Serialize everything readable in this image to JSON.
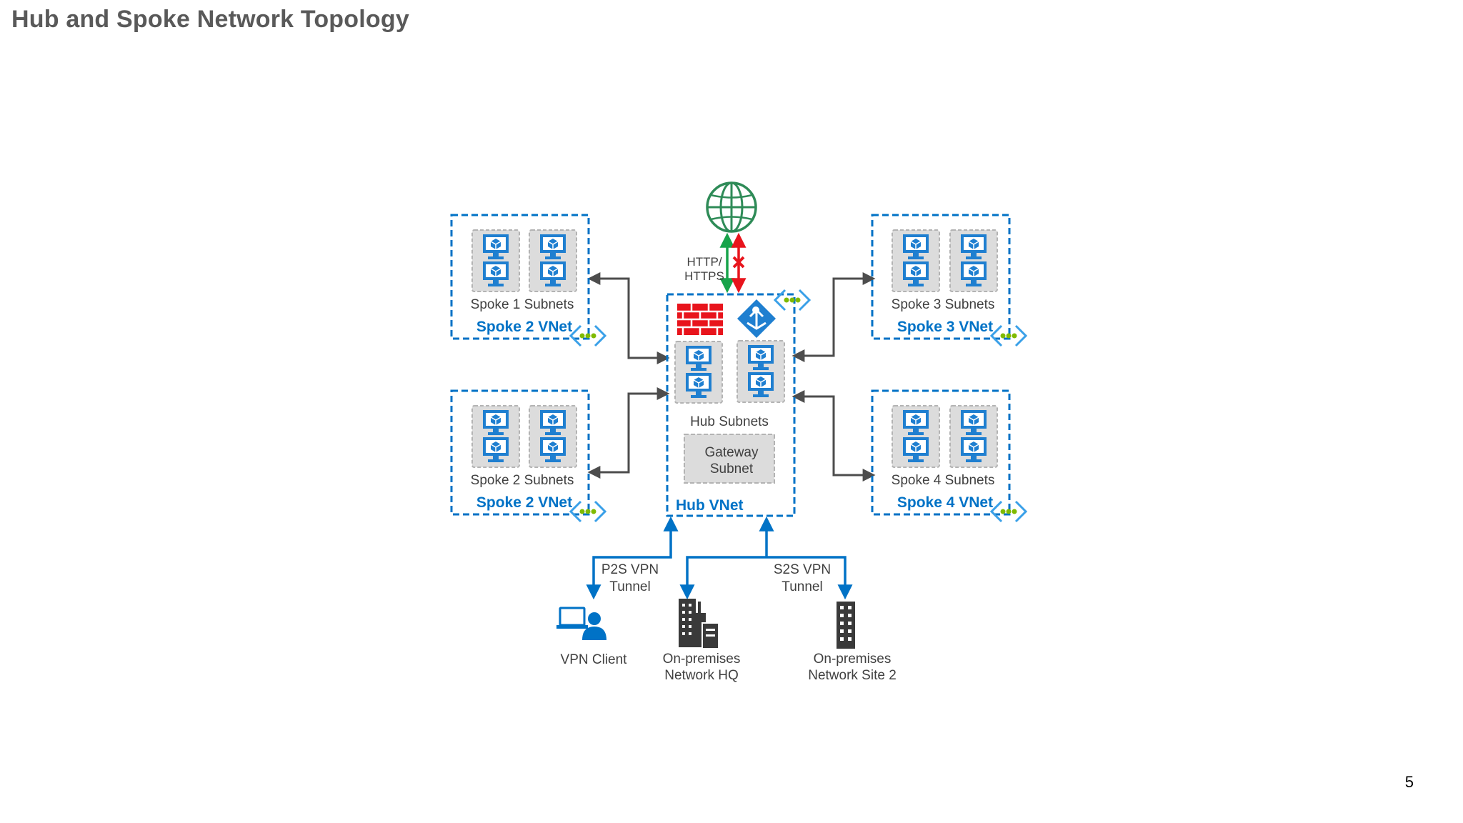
{
  "slide": {
    "title": "Hub and Spoke Network Topology",
    "page_number": "5"
  },
  "colors": {
    "azure_blue": "#0072c6",
    "vm_blue": "#1f7fd0",
    "connector_gray": "#4d4d4d",
    "firewall_red": "#e8141c",
    "globe_green": "#2e8b57",
    "allow_green": "#17a34a",
    "deny_red": "#e8141c",
    "peering_green": "#7fba00",
    "peering_blue": "#3aa0e8",
    "text_gray": "#404040",
    "tile_gray": "#dcdcdc",
    "building_dark": "#3a3a3a"
  },
  "icons": {
    "internet": "globe-icon",
    "firewall": "firewall-icon",
    "gateway": "vpn-gateway-icon",
    "vm": "virtual-machine-icon",
    "peering": "vnet-peering-icon",
    "client": "laptop-user-icon",
    "hq": "office-building-icon",
    "site2": "office-tower-icon"
  },
  "internet": {
    "protocol_line1": "HTTP/",
    "protocol_line2": "HTTPS"
  },
  "hub": {
    "subnets_label": "Hub Subnets",
    "gateway_line1": "Gateway",
    "gateway_line2": "Subnet",
    "vnet_label": "Hub VNet"
  },
  "spokes": [
    {
      "subnets_label": "Spoke 1 Subnets",
      "vnet_label": "Spoke 2 VNet"
    },
    {
      "subnets_label": "Spoke 2 Subnets",
      "vnet_label": "Spoke 2 VNet"
    },
    {
      "subnets_label": "Spoke 3 Subnets",
      "vnet_label": "Spoke 3 VNet"
    },
    {
      "subnets_label": "Spoke 4 Subnets",
      "vnet_label": "Spoke 4 VNet"
    }
  ],
  "tunnels": {
    "p2s_line1": "P2S VPN",
    "p2s_line2": "Tunnel",
    "s2s_line1": "S2S VPN",
    "s2s_line2": "Tunnel"
  },
  "endpoints": {
    "vpn_client": "VPN Client",
    "hq_line1": "On-premises",
    "hq_line2": "Network HQ",
    "site2_line1": "On-premises",
    "site2_line2": "Network Site 2"
  }
}
